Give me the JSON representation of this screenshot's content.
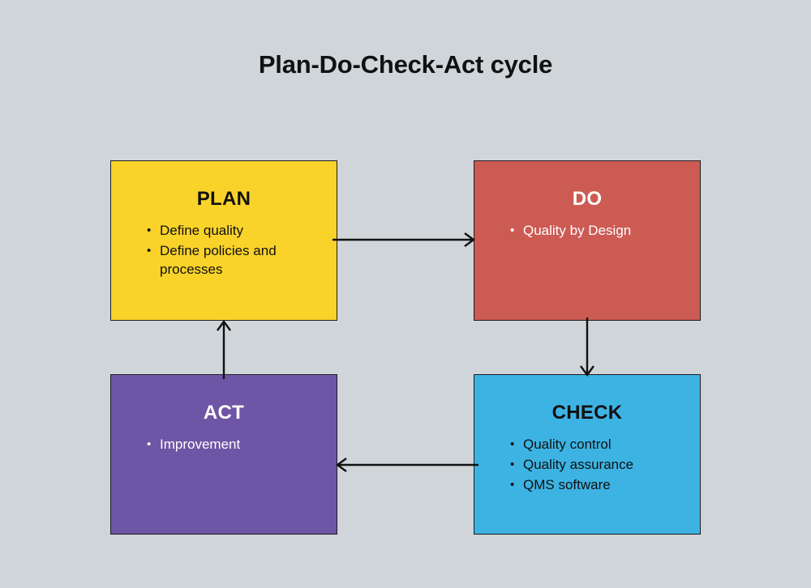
{
  "diagram": {
    "title": "Plan-Do-Check-Act cycle",
    "background_color": "#d0d5d9",
    "boxes": [
      {
        "id": "plan",
        "heading": "PLAN",
        "color": "#f9d329",
        "text_color": "#111111",
        "items": [
          "Define quality",
          "Define policies and processes"
        ]
      },
      {
        "id": "do",
        "heading": "DO",
        "color": "#cc5b54",
        "text_color": "#ffffff",
        "items": [
          "Quality by Design"
        ]
      },
      {
        "id": "act",
        "heading": "ACT",
        "color": "#6f55a5",
        "text_color": "#ffffff",
        "items": [
          "Improvement"
        ]
      },
      {
        "id": "check",
        "heading": "CHECK",
        "color": "#3db3e3",
        "text_color": "#111111",
        "items": [
          "Quality control",
          "Quality assurance",
          "QMS software"
        ]
      }
    ],
    "arrows": [
      {
        "id": "plan-to-do",
        "from": "PLAN",
        "to": "DO",
        "direction": "right"
      },
      {
        "id": "do-to-check",
        "from": "DO",
        "to": "CHECK",
        "direction": "down"
      },
      {
        "id": "check-to-act",
        "from": "CHECK",
        "to": "ACT",
        "direction": "left"
      },
      {
        "id": "act-to-plan",
        "from": "ACT",
        "to": "PLAN",
        "direction": "up"
      }
    ],
    "arrow_color": "#111111"
  }
}
